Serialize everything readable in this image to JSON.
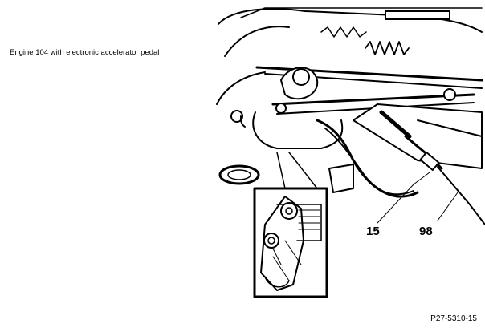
{
  "caption": "Engine 104 with electronic accelerator pedal",
  "callouts": [
    "15",
    "98"
  ],
  "figure_ref": "P27-5310-15"
}
